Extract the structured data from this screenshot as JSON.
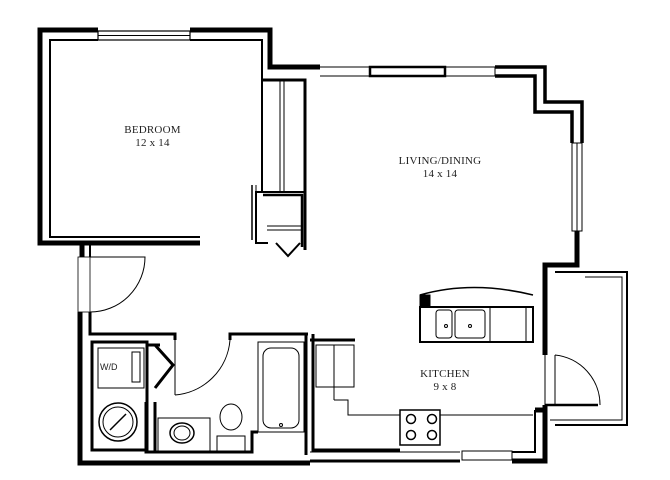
{
  "floor_plan": {
    "rooms": [
      {
        "id": "bedroom",
        "name": "BEDROOM",
        "dimensions": "12 x 14"
      },
      {
        "id": "living_dining",
        "name": "LIVING/DINING",
        "dimensions": "14 x 14"
      },
      {
        "id": "kitchen",
        "name": "KITCHEN",
        "dimensions": "9 x 8"
      }
    ],
    "fixtures": {
      "washer_dryer": "W/D"
    },
    "colors": {
      "wall": "#000000",
      "background": "#ffffff",
      "line": "#222222"
    }
  }
}
